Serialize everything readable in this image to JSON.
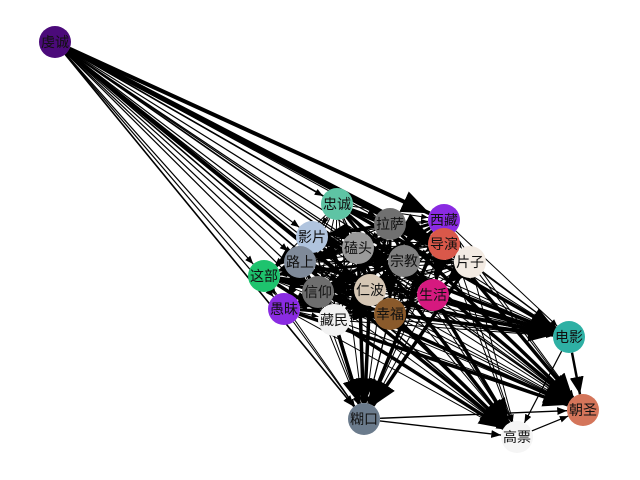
{
  "graph": {
    "edge_color": "#000000",
    "nodes": [
      {
        "id": "qian",
        "label": "虔诚",
        "color": "#4b0a7a"
      },
      {
        "id": "zhongcheng",
        "label": "忠诚",
        "color": "#5ec4a4"
      },
      {
        "id": "lasa",
        "label": "拉萨",
        "color": "#707070"
      },
      {
        "id": "xizang",
        "label": "西藏",
        "color": "#8a2be2"
      },
      {
        "id": "yingpian",
        "label": "影片",
        "color": "#b0c4de"
      },
      {
        "id": "daoyan",
        "label": "导演",
        "color": "#d9584a"
      },
      {
        "id": "ketou",
        "label": "磕头",
        "color": "#9a9a9a"
      },
      {
        "id": "luxia",
        "label": "路上",
        "color": "#7f8a99"
      },
      {
        "id": "zongjiao",
        "label": "宗教",
        "color": "#808080"
      },
      {
        "id": "pianzi",
        "label": "片子",
        "color": "#f3ebe3"
      },
      {
        "id": "zhebu",
        "label": "这部",
        "color": "#1ec36e"
      },
      {
        "id": "xinyang",
        "label": "信仰",
        "color": "#6e6e6e"
      },
      {
        "id": "renbo",
        "label": "仁波",
        "color": "#d5c6b4"
      },
      {
        "id": "shenghuo",
        "label": "生活",
        "color": "#d6197f"
      },
      {
        "id": "yumei",
        "label": "愚昧",
        "color": "#8a2be2"
      },
      {
        "id": "zangmin",
        "label": "藏民",
        "color": "#f2f2f2"
      },
      {
        "id": "xingfu",
        "label": "幸福",
        "color": "#8a5a2b"
      },
      {
        "id": "dianying",
        "label": "电影",
        "color": "#2eb0a4"
      },
      {
        "id": "hukou",
        "label": "糊口",
        "color": "#6b7b8c"
      },
      {
        "id": "chaosheng",
        "label": "朝圣",
        "color": "#d4755a"
      },
      {
        "id": "gaopiao",
        "label": "高票",
        "color": "#f5f5f5"
      }
    ]
  }
}
